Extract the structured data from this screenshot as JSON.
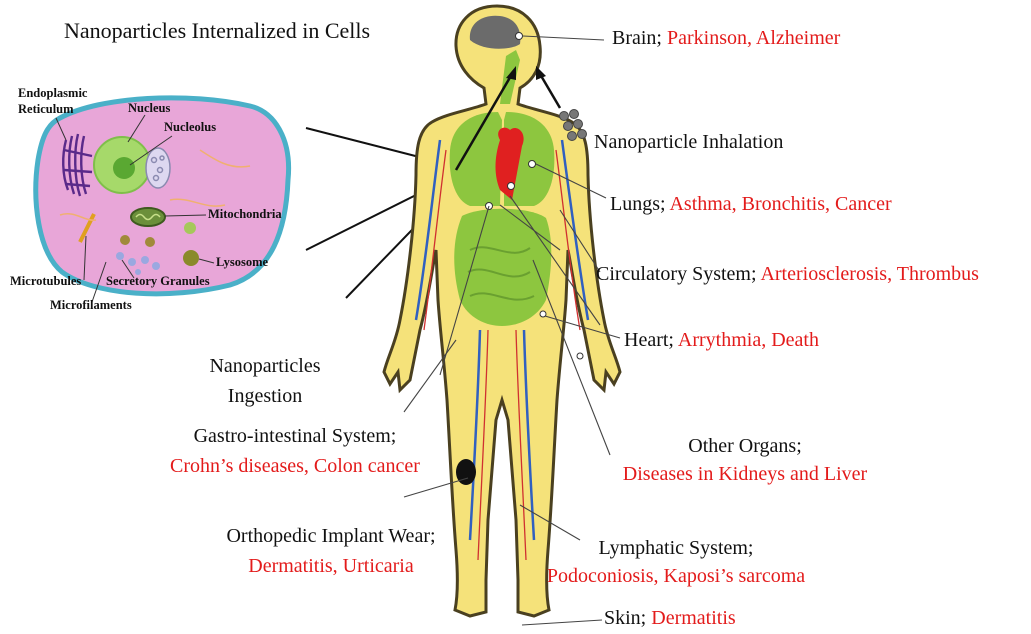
{
  "cell": {
    "title": "Nanoparticles Internalized in Cells",
    "labels": {
      "er_line1": "Endoplasmic",
      "er_line2": "Reticulum",
      "nucleus": "Nucleus",
      "nucleolus": "Nucleolus",
      "mitochondria": "Mitochondria",
      "lysosome": "Lysosome",
      "microtubules": "Microtubules",
      "secretory": "Secretory Granules",
      "microfilaments": "Microfilaments"
    }
  },
  "routes": {
    "inhalation": "Nanoparticle Inhalation",
    "ingestion_line1": "Nanoparticles",
    "ingestion_line2": "Ingestion"
  },
  "organs": {
    "brain": {
      "name": "Brain;",
      "diseases": "Parkinson, Alzheimer"
    },
    "lungs": {
      "name": "Lungs;",
      "diseases": "Asthma, Bronchitis, Cancer"
    },
    "circulatory": {
      "name": "Circulatory System;",
      "diseases": "Arteriosclerosis, Thrombus"
    },
    "heart": {
      "name": "Heart;",
      "diseases": "Arrythmia, Death"
    },
    "gi": {
      "name": "Gastro-intestinal System;",
      "diseases": "Crohn’s diseases, Colon cancer"
    },
    "other": {
      "name": "Other Organs;",
      "diseases": "Diseases in Kidneys and Liver"
    },
    "ortho": {
      "name": "Orthopedic Implant Wear;",
      "diseases": "Dermatitis, Urticaria"
    },
    "lymphatic": {
      "name": "Lymphatic System;",
      "diseases": "Podoconiosis, Kaposi’s sarcoma"
    },
    "skin": {
      "name": "Skin;",
      "diseases": "Dermatitis"
    }
  },
  "colors": {
    "body_fill": "#f5e27a",
    "body_stroke": "#4a4020",
    "organ_green": "#8dc63f",
    "cell_fill": "#e8a6d8",
    "cell_border": "#4ab0c8",
    "disease_red": "#e31b1b",
    "brain_gray": "#6b6b6b"
  }
}
